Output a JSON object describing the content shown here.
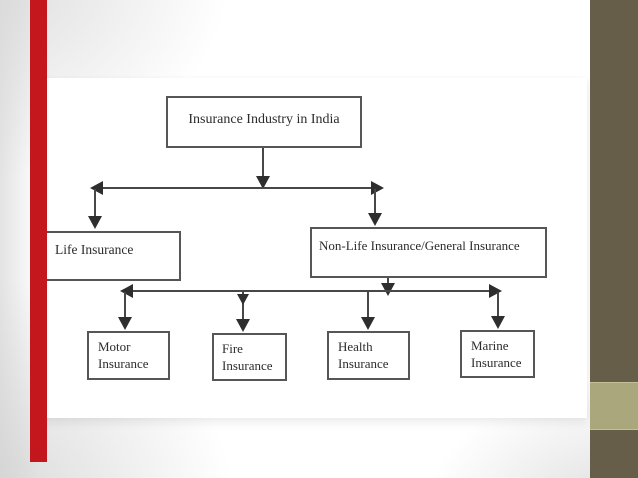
{
  "slide": {
    "decor": {
      "left_bar_color": "#c4161d",
      "right_bar_color": "#665e48",
      "right_bar_accent_color": "#aba77c"
    },
    "diagram": {
      "root_label": "Insurance Industry in India",
      "branches": [
        {
          "label": "Life Insurance"
        },
        {
          "label": "Non-Life Insurance/General Insurance"
        }
      ],
      "general_types": [
        {
          "line1": "Motor",
          "line2": "Insurance"
        },
        {
          "line1": "Fire",
          "line2": "Insurance"
        },
        {
          "line1": "Health",
          "line2": "Insurance"
        },
        {
          "line1": "Marine",
          "line2": "Insurance"
        }
      ]
    }
  }
}
